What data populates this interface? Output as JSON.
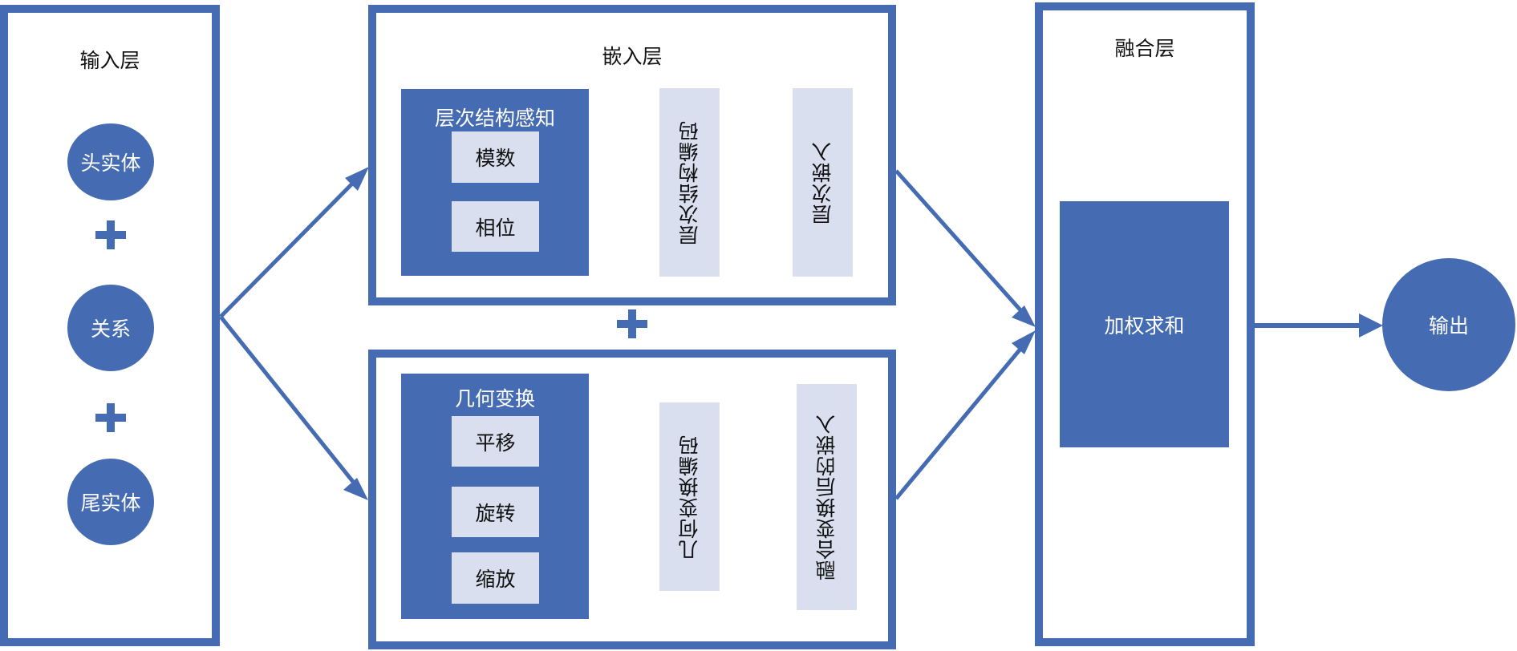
{
  "colors": {
    "primary_blue": "#456CB2",
    "light_box": "#D9DFEE",
    "title_text": "#111111",
    "on_blue_text": "#ffffff"
  },
  "input_layer": {
    "title": "输入层",
    "items": [
      {
        "label": "头实体"
      },
      {
        "label": "关系"
      },
      {
        "label": "尾实体"
      }
    ],
    "operator_icon": "plus-icon"
  },
  "embedding_layer": {
    "title": "嵌入层",
    "hierarchy_branch": {
      "block_title": "层次结构感知",
      "sub_items": [
        {
          "label": "模数"
        },
        {
          "label": "相位"
        }
      ],
      "encoder": "层次结构编码",
      "output": "层次嵌入"
    },
    "combine_icon": "plus-icon",
    "geometry_branch": {
      "block_title": "几何变换",
      "sub_items": [
        {
          "label": "平移"
        },
        {
          "label": "旋转"
        },
        {
          "label": "缩放"
        }
      ],
      "encoder": "几何变换编码",
      "output": "融合变换后的嵌入"
    }
  },
  "fusion_layer": {
    "title": "融合层",
    "operation": "加权求和"
  },
  "output": {
    "label": "输出"
  }
}
